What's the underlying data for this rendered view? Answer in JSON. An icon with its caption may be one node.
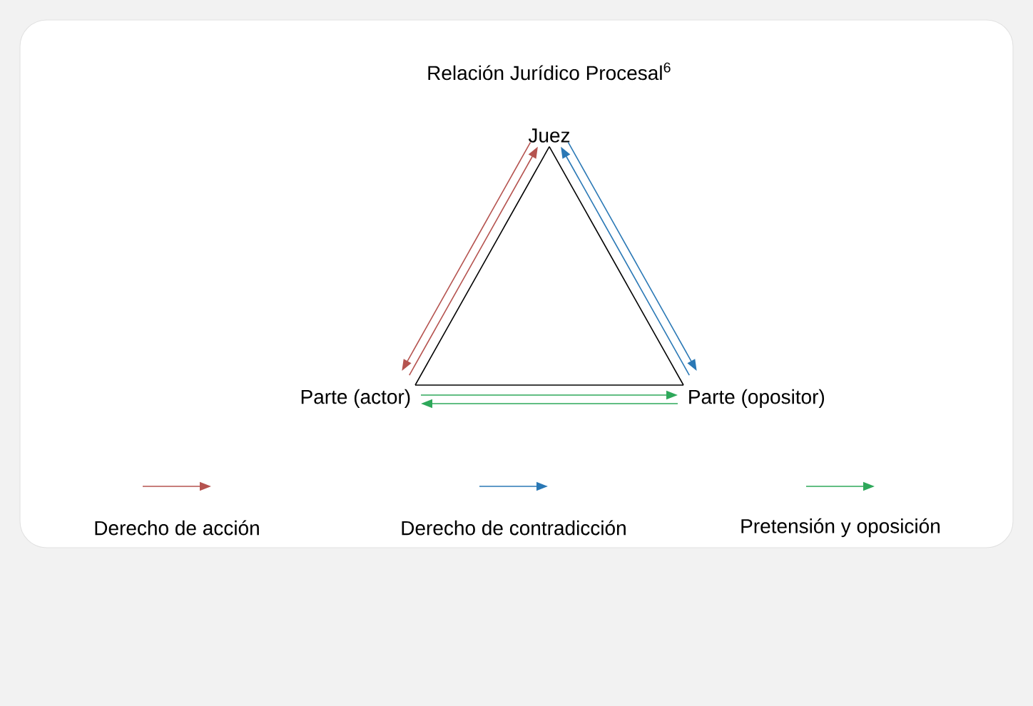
{
  "diagram": {
    "title": "Relación Jurídico Procesal$^{6}$",
    "nodes": [
      {
        "text": [
          "Juez"
        ]
      },
      {
        "text": [
          "Parte (actor)"
        ]
      },
      {
        "text": [
          "Parte (opositor)"
        ]
      }
    ],
    "edges": [
      {
        "from": 0,
        "to": 1,
        "arrow": "none",
        "color": "#000000"
      },
      {
        "from": 0,
        "to": 2,
        "arrow": "none",
        "color": "#000000"
      },
      {
        "from": 1,
        "to": 2,
        "arrow": "none",
        "color": "#000000"
      },
      {
        "from": 1,
        "to": 0,
        "arrow": "to",
        "color": "#b5534f"
      },
      {
        "from": 0,
        "to": 1,
        "arrow": "to",
        "color": "#b5534f"
      },
      {
        "from": 2,
        "to": 0,
        "arrow": "to",
        "color": "#2a78b5"
      },
      {
        "from": 0,
        "to": 2,
        "arrow": "to",
        "color": "#2a78b5"
      },
      {
        "from": 1,
        "to": 2,
        "arrow": "to",
        "color": "#2ea85a"
      },
      {
        "from": 2,
        "to": 1,
        "arrow": "to",
        "color": "#2ea85a"
      }
    ],
    "legend": [
      {
        "text": "Derecho de acción"
      },
      {
        "text": "Derecho de contradicción"
      },
      {
        "text": "Pretensión y oposición"
      }
    ]
  }
}
